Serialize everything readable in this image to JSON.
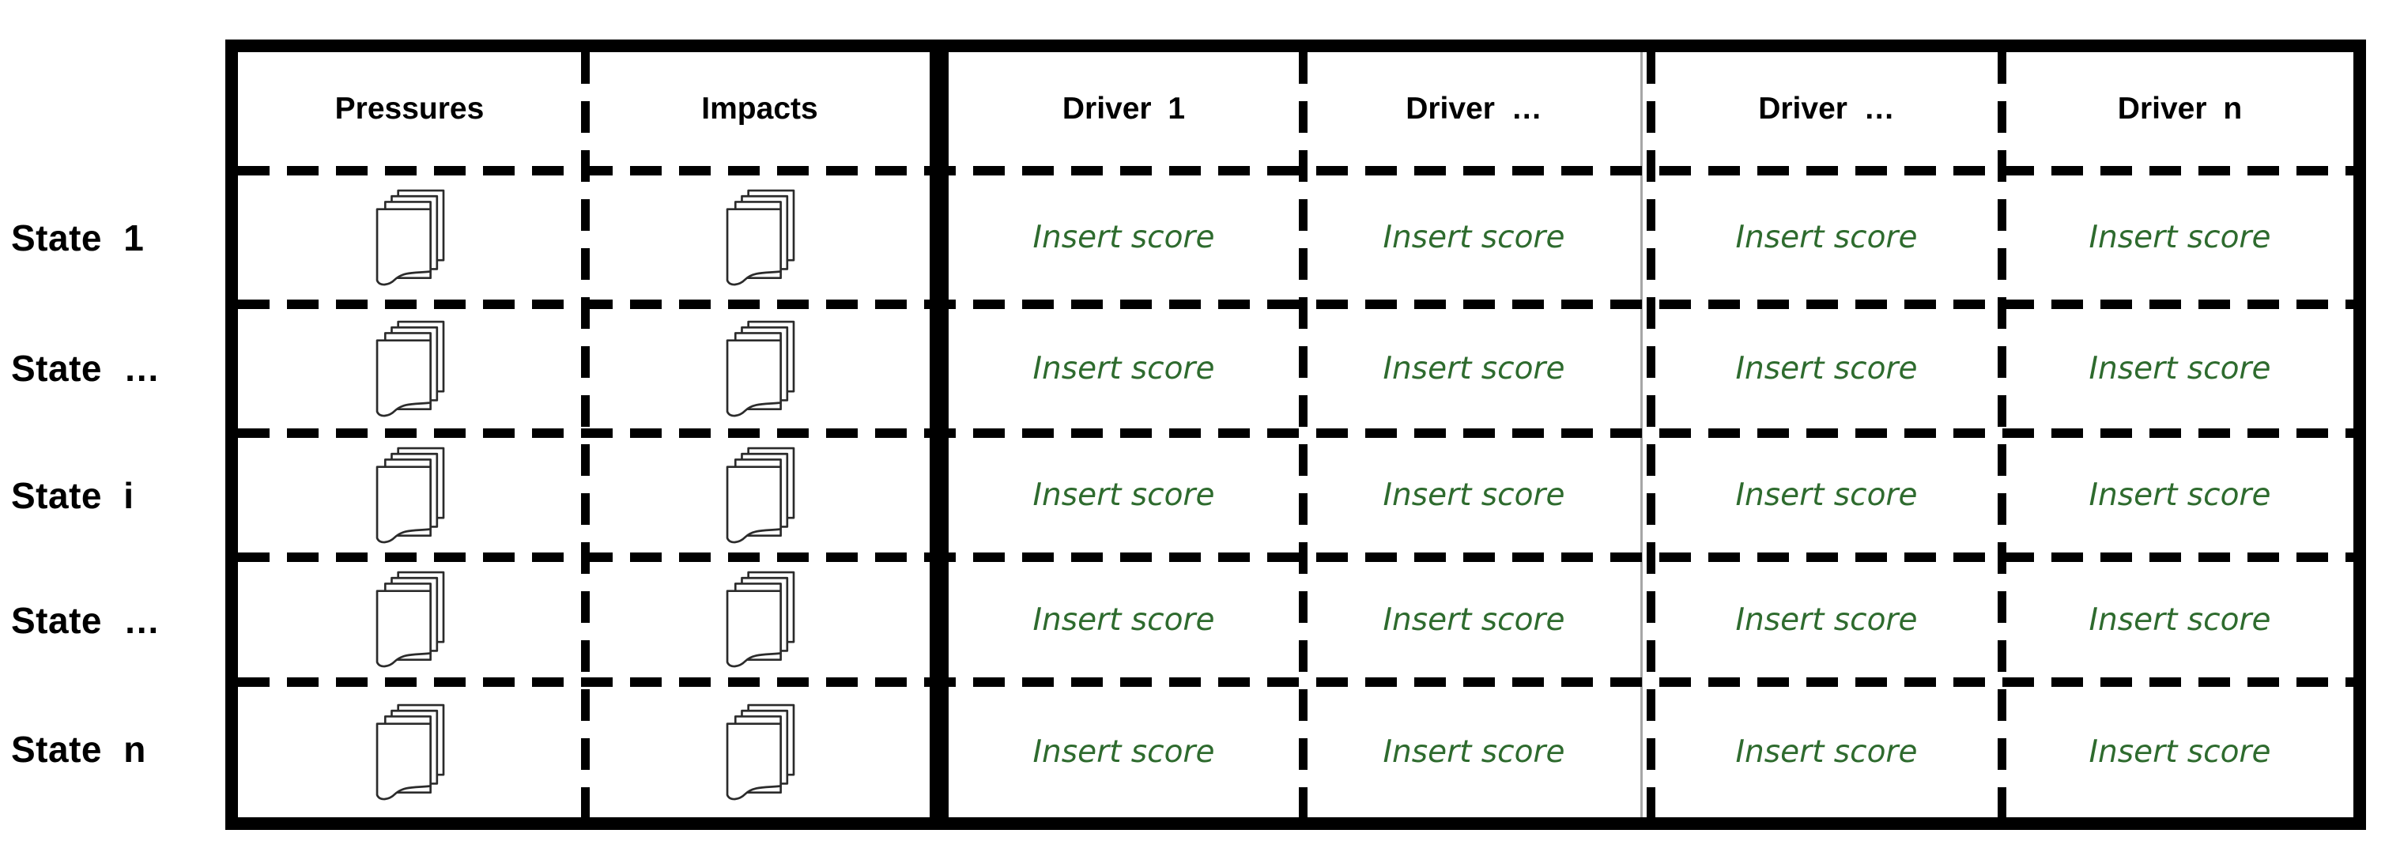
{
  "figure": {
    "background": "#ffffff",
    "border_color": "#000000",
    "score_green": "#2e6b2e",
    "thin_line_gray": "#a6a6a6"
  },
  "columns": {
    "pressures": "Pressures",
    "impacts": "Impacts",
    "drivers": [
      "Driver 1",
      "Driver …",
      "Driver …",
      "Driver n"
    ]
  },
  "rows": [
    {
      "label": "State 1",
      "scores": [
        "Insert score",
        "Insert score",
        "Insert score",
        "Insert score"
      ]
    },
    {
      "label": "State …",
      "scores": [
        "Insert score",
        "Insert score",
        "Insert score",
        "Insert score"
      ]
    },
    {
      "label": "State i",
      "scores": [
        "Insert score",
        "Insert score",
        "Insert score",
        "Insert score"
      ]
    },
    {
      "label": "State …",
      "scores": [
        "Insert score",
        "Insert score",
        "Insert score",
        "Insert score"
      ]
    },
    {
      "label": "State n",
      "scores": [
        "Insert score",
        "Insert score",
        "Insert score",
        "Insert score"
      ]
    }
  ],
  "icons": {
    "documents": "documents-stack-icon"
  }
}
